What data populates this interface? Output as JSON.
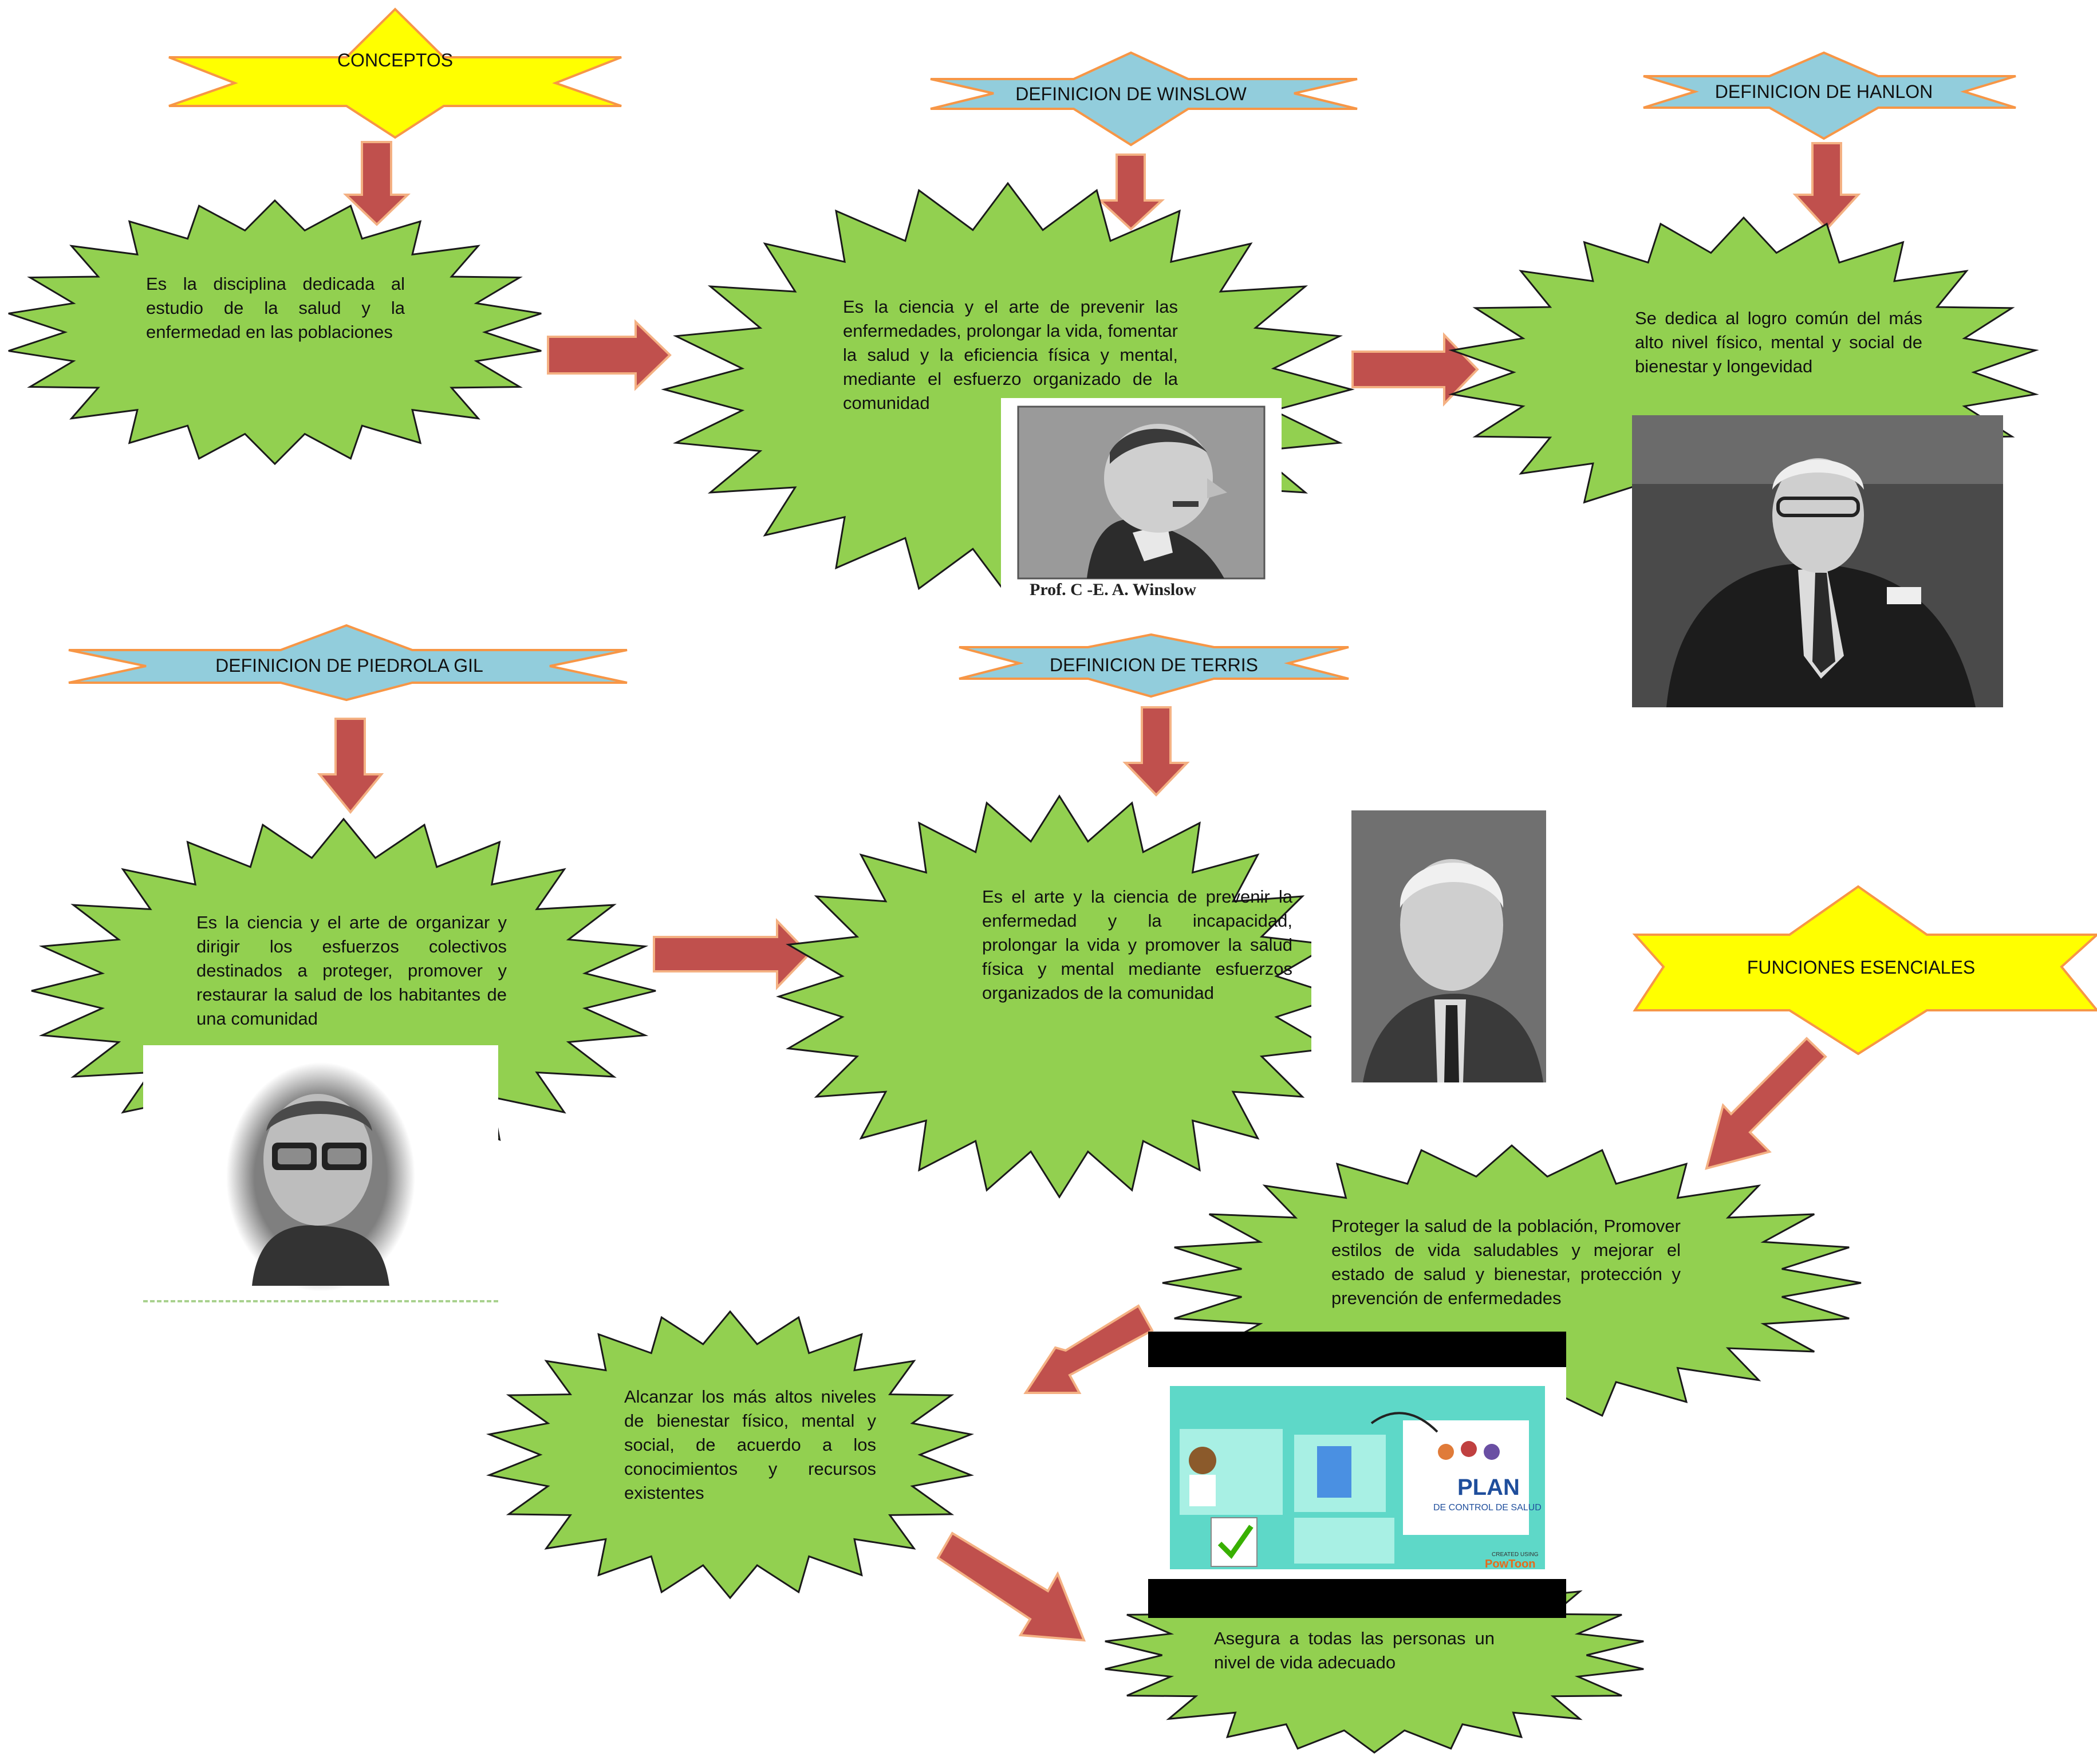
{
  "colors": {
    "green_burst": "#92d050",
    "yellow_header": "#ffff00",
    "blue_header": "#92cddc",
    "header_border": "#f79646",
    "arrow": "#c0504d",
    "arrow_border": "#f4b183"
  },
  "headers": {
    "conceptos": "CONCEPTOS",
    "winslow": "DEFINICION DE WINSLOW",
    "hanlon": "DEFINICION DE HANLON",
    "piedrola": "DEFINICION DE PIEDROLA GIL",
    "terris": "DEFINICION DE TERRIS",
    "funciones": "FUNCIONES ESENCIALES"
  },
  "boxes": {
    "conceptos": "Es la disciplina dedicada al estudio de la salud y la enfermedad en las poblaciones",
    "winslow": "Es la ciencia y el arte de prevenir las enfermedades, prolongar la vida, fomentar la salud y la eficiencia física y mental, mediante el esfuerzo organizado de la comunidad",
    "hanlon": "Se dedica al logro común del más alto nivel físico, mental y social de bienestar y longevidad",
    "piedrola": "Es la ciencia y el arte de organizar y dirigir los esfuerzos colectivos destinados a proteger, promover y restaurar la salud de los habitantes de una comunidad",
    "terris": "Es el arte y la ciencia de prevenir la enfermedad y la incapacidad, prolongar la vida y promover la salud física y mental mediante esfuerzos organizados de la comunidad",
    "funcion1": "Proteger la salud de la población, Promover estilos de vida saludables y mejorar el estado de salud y bienestar, protección y prevención de enfermedades",
    "funcion2": "Alcanzar los más altos niveles de bienestar físico, mental y social, de acuerdo a los conocimientos y recursos existentes",
    "funcion3": "Asegura a todas las personas un nivel de vida adecuado"
  },
  "photos": {
    "winslow_caption": "Prof. C -E. A. Winslow",
    "plan_title": "PLAN",
    "plan_subtitle": "DE CONTROL DE SALUD",
    "plan_credit_small": "CREATED USING",
    "plan_credit_brand": "PowToon"
  }
}
